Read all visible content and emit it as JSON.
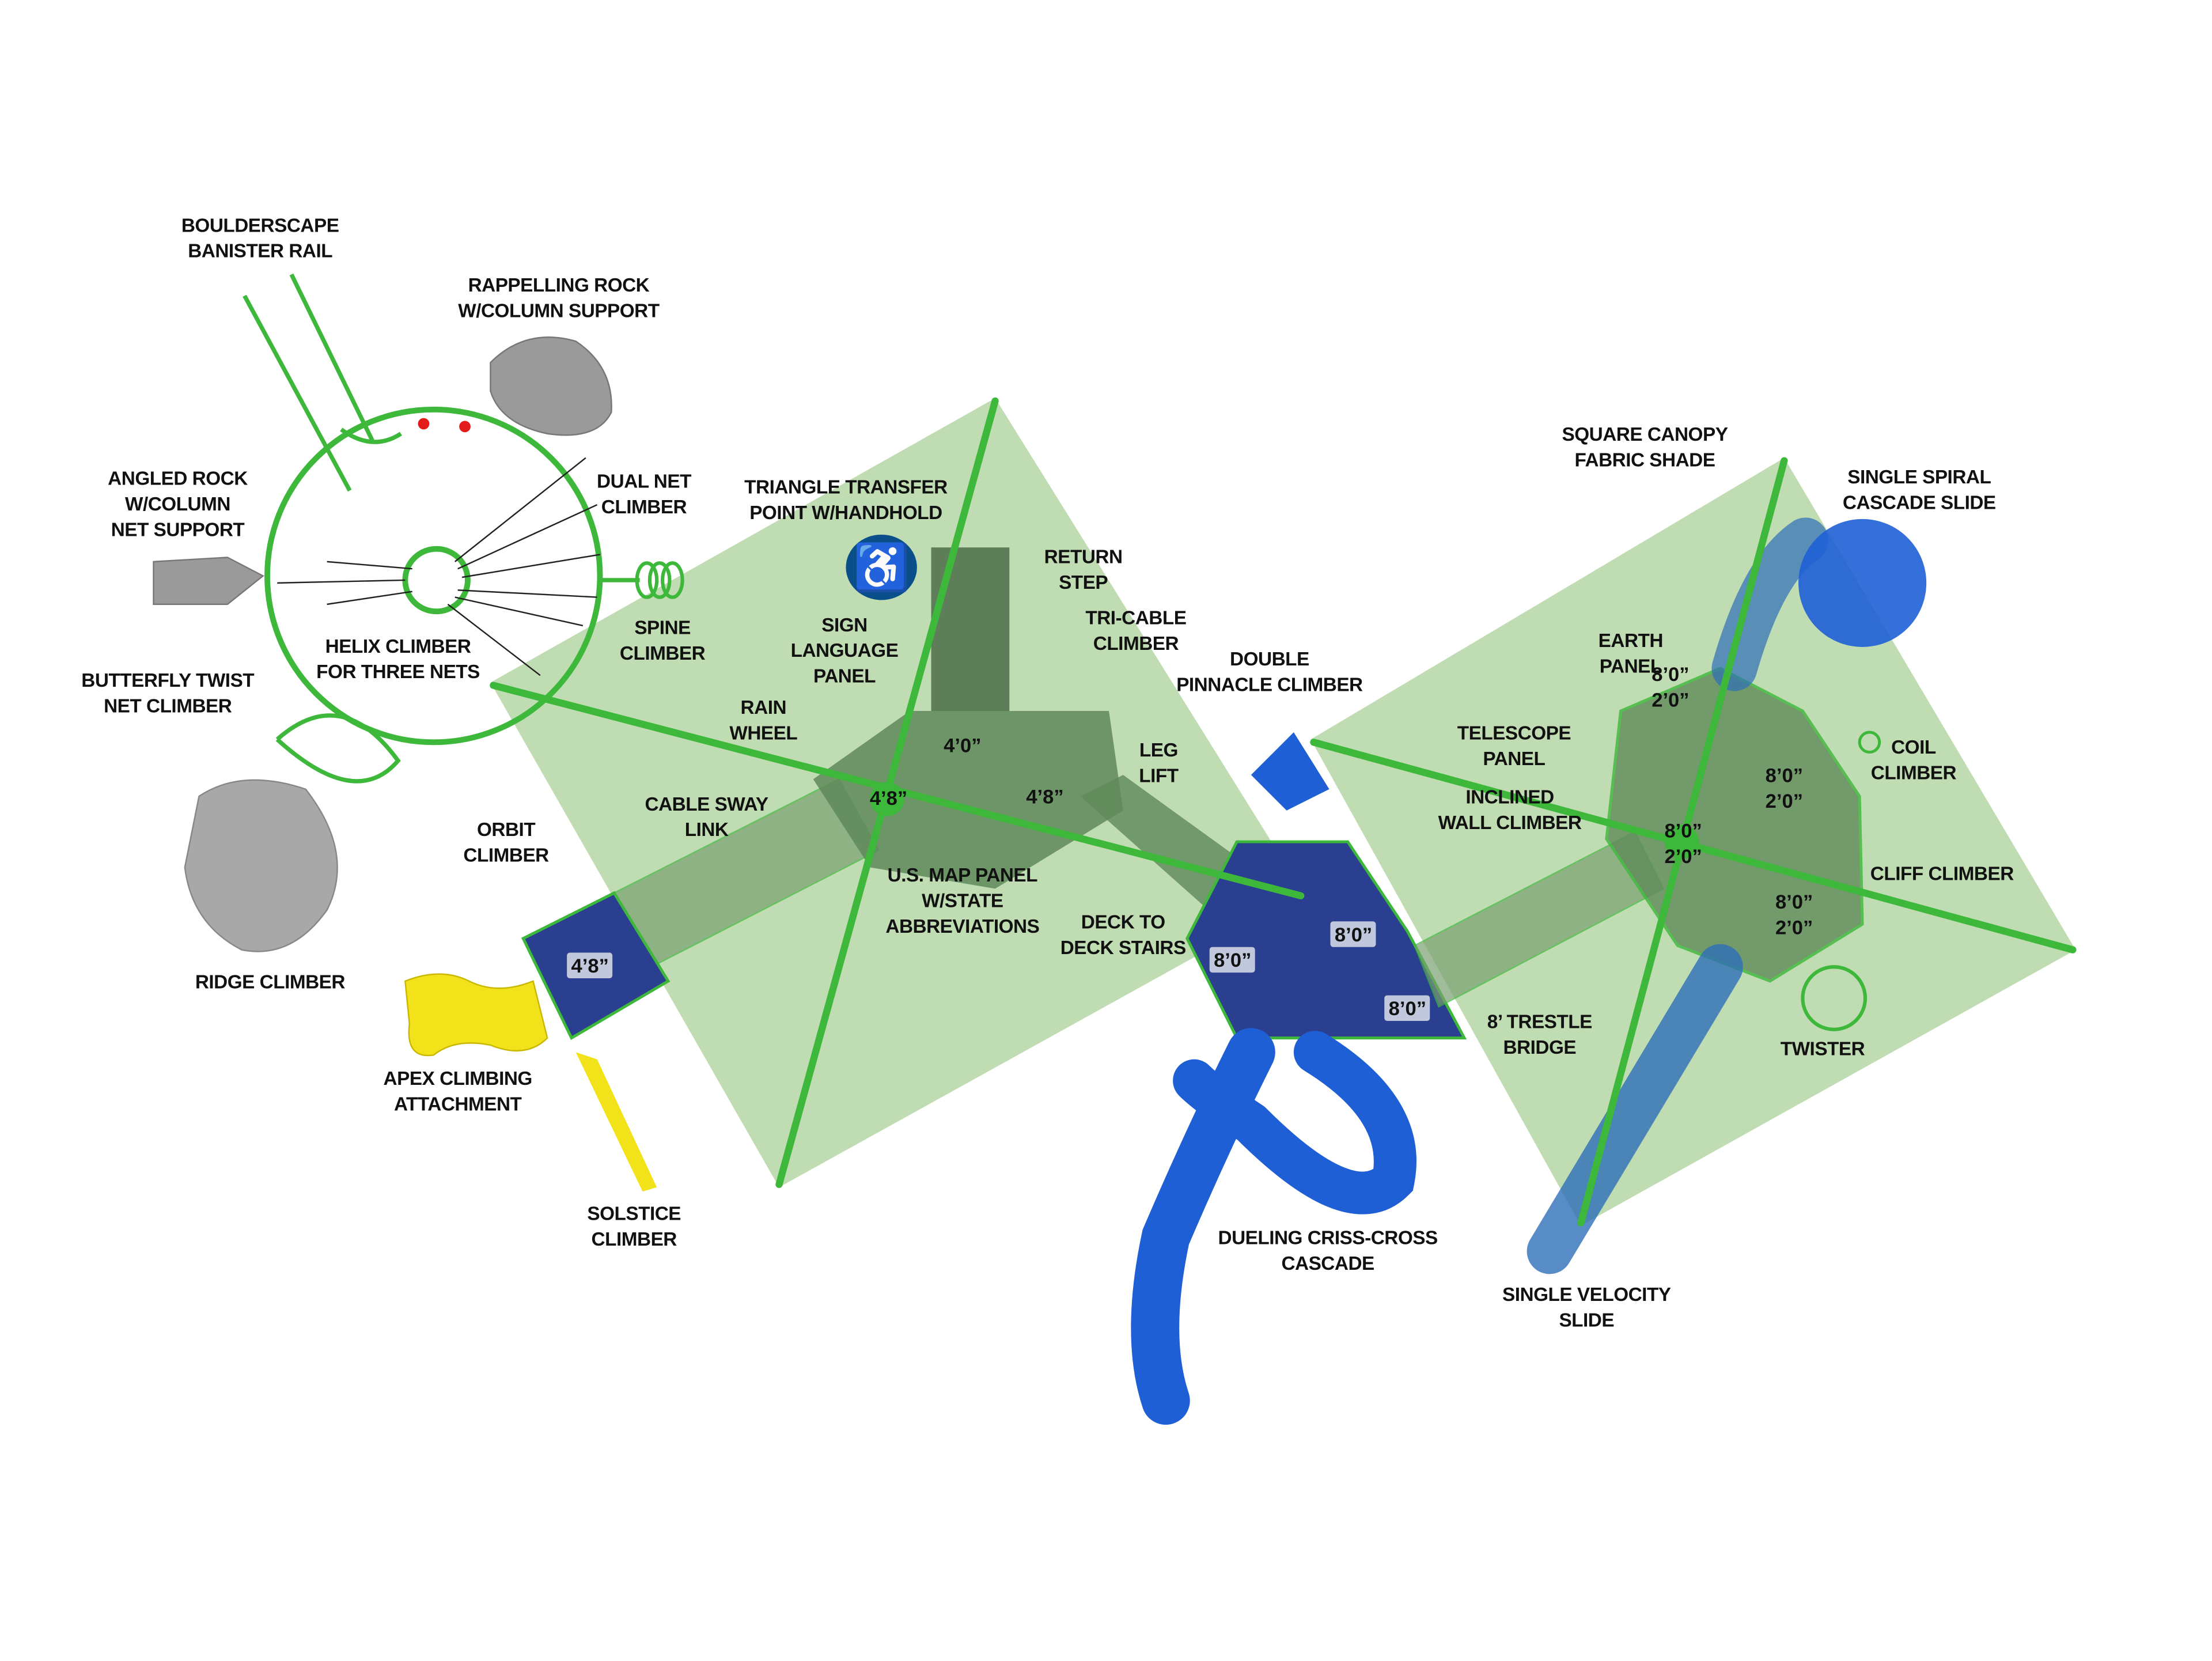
{
  "diagram": {
    "title": "Playground structure top-view component layout",
    "colors": {
      "canopy": "#b5d6a4",
      "frame": "#3db83a",
      "deck_blue": "#2a3f8f",
      "deck_green": "#5f8a5a",
      "slide_blue": "#1f5fd6",
      "rock_gray": "#9a9a9a",
      "yellow": "#f2e21a",
      "accessibility_blue": "#0b4f8a"
    },
    "labels": [
      {
        "id": "boulderscape-banister-rail",
        "text": "BOULDERSCAPE\nBANISTER RAIL"
      },
      {
        "id": "rappelling-rock",
        "text": "RAPPELLING ROCK\nW/COLUMN SUPPORT"
      },
      {
        "id": "angled-rock",
        "text": "ANGLED ROCK\nW/COLUMN\nNET SUPPORT"
      },
      {
        "id": "dual-net-climber",
        "text": "DUAL NET\nCLIMBER"
      },
      {
        "id": "triangle-transfer-point",
        "text": "TRIANGLE TRANSFER\nPOINT W/HANDHOLD"
      },
      {
        "id": "return-step",
        "text": "RETURN\nSTEP"
      },
      {
        "id": "spine-climber",
        "text": "SPINE\nCLIMBER"
      },
      {
        "id": "sign-language-panel",
        "text": "SIGN\nLANGUAGE\nPANEL"
      },
      {
        "id": "tri-cable-climber",
        "text": "TRI-CABLE\nCLIMBER"
      },
      {
        "id": "helix-climber",
        "text": "HELIX CLIMBER\nFOR THREE NETS"
      },
      {
        "id": "butterfly-twist-net-climber",
        "text": "BUTTERFLY TWIST\nNET CLIMBER"
      },
      {
        "id": "rain-wheel",
        "text": "RAIN\nWHEEL"
      },
      {
        "id": "leg-lift",
        "text": "LEG\nLIFT"
      },
      {
        "id": "double-pinnacle-climber",
        "text": "DOUBLE\nPINNACLE CLIMBER"
      },
      {
        "id": "cable-sway-link",
        "text": "CABLE SWAY\nLINK"
      },
      {
        "id": "orbit-climber",
        "text": "ORBIT\nCLIMBER"
      },
      {
        "id": "us-map-panel",
        "text": "U.S. MAP PANEL\nW/STATE\nABBREVIATIONS"
      },
      {
        "id": "deck-to-deck-stairs",
        "text": "DECK TO\nDECK STAIRS"
      },
      {
        "id": "ridge-climber",
        "text": "RIDGE CLIMBER"
      },
      {
        "id": "apex-climbing-attachment",
        "text": "APEX CLIMBING\nATTACHMENT"
      },
      {
        "id": "solstice-climber",
        "text": "SOLSTICE\nCLIMBER"
      },
      {
        "id": "dueling-criss-cross-cascade",
        "text": "DUELING CRISS-CROSS\nCASCADE"
      },
      {
        "id": "square-canopy-fabric-shade",
        "text": "SQUARE CANOPY\nFABRIC SHADE"
      },
      {
        "id": "single-spiral-cascade-slide",
        "text": "SINGLE SPIRAL\nCASCADE SLIDE"
      },
      {
        "id": "earth-panel",
        "text": "EARTH\nPANEL"
      },
      {
        "id": "telescope-panel",
        "text": "TELESCOPE\nPANEL"
      },
      {
        "id": "inclined-wall-climber",
        "text": "INCLINED\nWALL CLIMBER"
      },
      {
        "id": "coil-climber",
        "text": "COIL\nCLIMBER"
      },
      {
        "id": "cliff-climber",
        "text": "CLIFF CLIMBER"
      },
      {
        "id": "trestle-bridge",
        "text": "8’ TRESTLE\nBRIDGE"
      },
      {
        "id": "twister",
        "text": "TWISTER"
      },
      {
        "id": "single-velocity-slide",
        "text": "SINGLE VELOCITY\nSLIDE"
      }
    ],
    "deck_heights": [
      {
        "id": "deck-left-small",
        "text": "4’8”"
      },
      {
        "id": "deck-center-hub",
        "text": "4’8”"
      },
      {
        "id": "deck-triangle",
        "text": "4’0”"
      },
      {
        "id": "deck-center-right",
        "text": "4’8”"
      },
      {
        "id": "deck-blue-left",
        "text": "8’0”"
      },
      {
        "id": "deck-blue-right",
        "text": "8’0”"
      },
      {
        "id": "deck-blue-bottom",
        "text": "8’0”"
      },
      {
        "id": "deck-hex-top",
        "text": "8’0”\n2’0”"
      },
      {
        "id": "deck-hex-right",
        "text": "8’0”\n2’0”"
      },
      {
        "id": "deck-hex-center",
        "text": "8’0”\n2’0”"
      },
      {
        "id": "deck-hex-bottom",
        "text": "8’0”\n2’0”"
      }
    ],
    "accessibility_icon": "wheelchair-accessible-icon"
  }
}
